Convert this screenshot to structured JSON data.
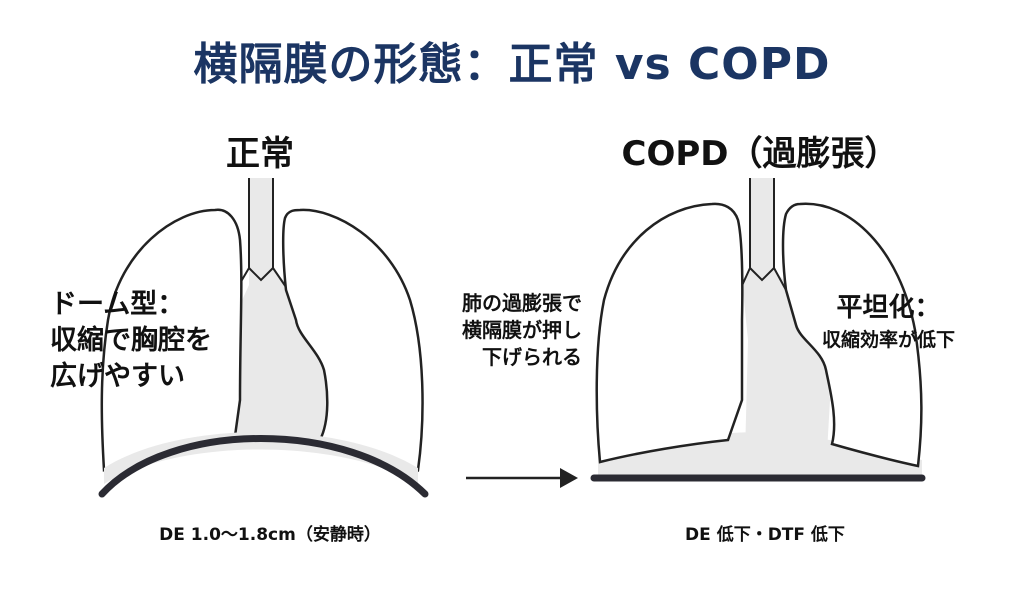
{
  "title": "横隔膜の形態：正常 vs COPD",
  "normal": {
    "heading": "正常",
    "label_lines": [
      "ドーム型：",
      "収縮で胸腔を",
      "広げやすい"
    ],
    "note": "DE 1.0〜1.8cm（安静時）"
  },
  "copd": {
    "heading": "COPD（過膨張）",
    "label_line1": "平坦化：",
    "label_line2": "収縮効率が低下",
    "note": "DE 低下・DTF 低下"
  },
  "arrow_label_lines": [
    "肺の過膨張で",
    "横隔膜が押し",
    "下げられる"
  ],
  "colors": {
    "title": "#1b3563",
    "outline": "#222222",
    "fill_gray": "#e9e9e9",
    "diaphragm": "#2b2b33"
  }
}
